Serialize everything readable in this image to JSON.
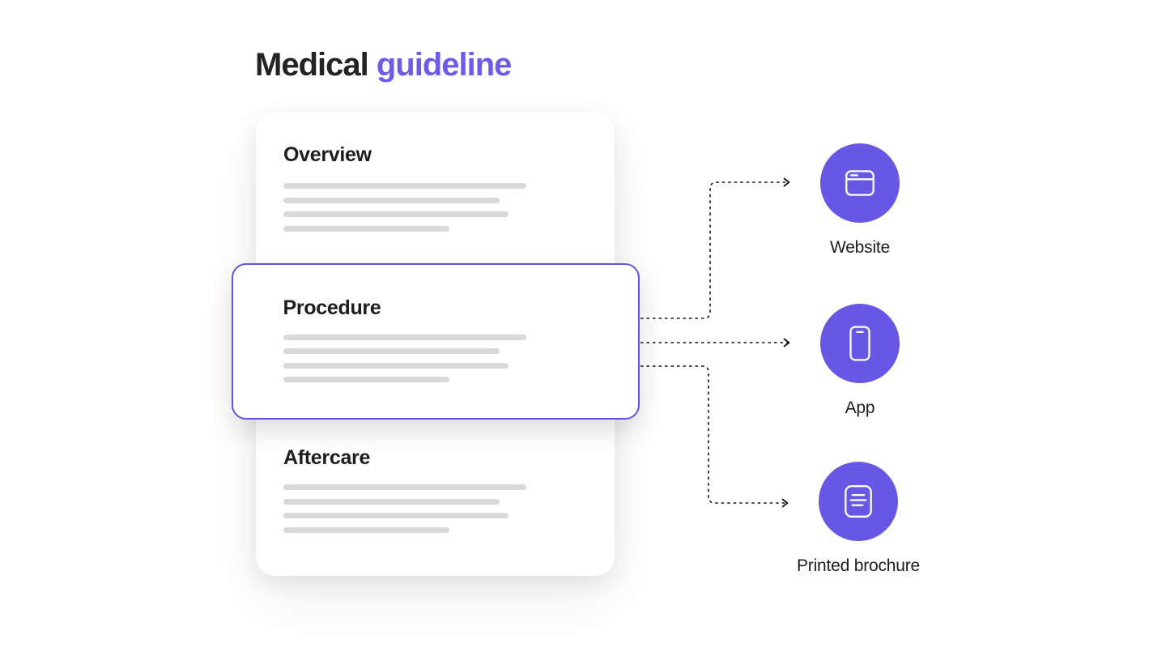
{
  "title": {
    "prefix": "Medical",
    "accent": "guideline"
  },
  "document": {
    "sections": [
      {
        "id": "overview",
        "title": "Overview",
        "highlighted": false
      },
      {
        "id": "procedure",
        "title": "Procedure",
        "highlighted": true
      },
      {
        "id": "aftercare",
        "title": "Aftercare",
        "highlighted": false
      }
    ]
  },
  "channels": [
    {
      "id": "website",
      "label": "Website",
      "icon": "browser-window-icon"
    },
    {
      "id": "app",
      "label": "App",
      "icon": "smartphone-icon"
    },
    {
      "id": "brochure",
      "label": "Printed brochure",
      "icon": "brochure-document-icon"
    }
  ],
  "colors": {
    "accent_purple": "#6C5CE7",
    "circle_purple": "#6658E4",
    "card_border_purple": "#6053E6",
    "skeleton_gray": "#D9D9D9",
    "text_dark": "#1D1D20",
    "connector_black": "#141414",
    "background": "#FFFFFF"
  }
}
